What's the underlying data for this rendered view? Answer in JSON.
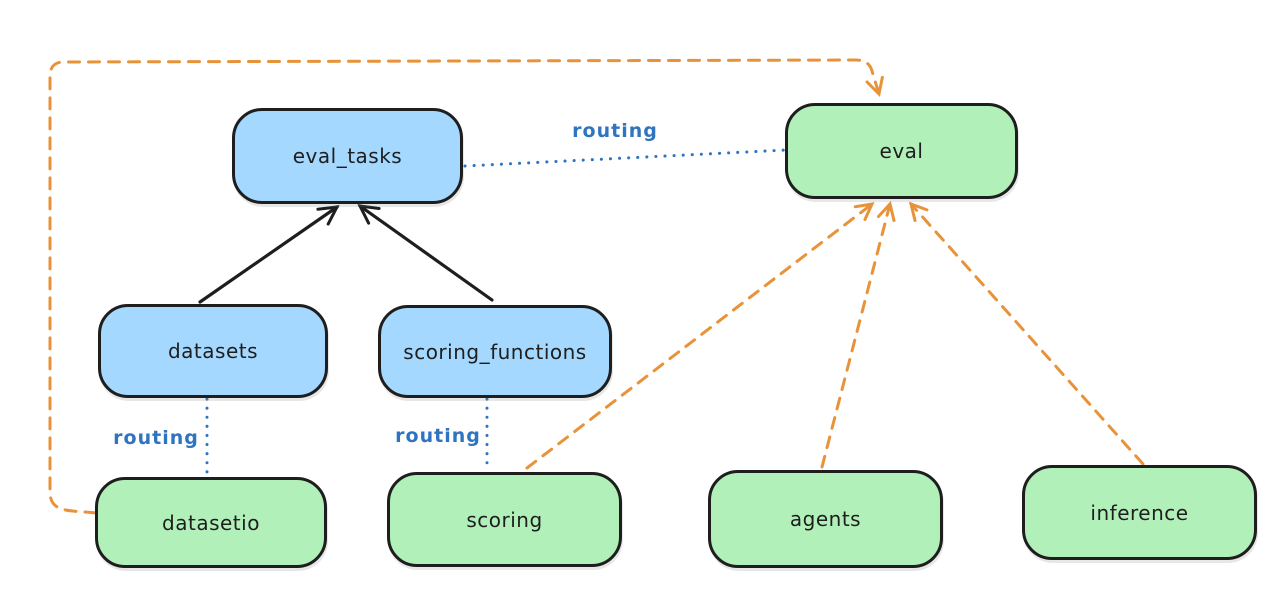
{
  "nodes": {
    "eval_tasks": {
      "label": "eval_tasks",
      "kind": "api",
      "fill": "#a5d8ff"
    },
    "eval": {
      "label": "eval",
      "kind": "provider",
      "fill": "#b2f0ba"
    },
    "datasets": {
      "label": "datasets",
      "kind": "api",
      "fill": "#a5d8ff"
    },
    "scoring_functions": {
      "label": "scoring_functions",
      "kind": "api",
      "fill": "#a5d8ff"
    },
    "datasetio": {
      "label": "datasetio",
      "kind": "provider",
      "fill": "#b2f0ba"
    },
    "scoring": {
      "label": "scoring",
      "kind": "provider",
      "fill": "#b2f0ba"
    },
    "agents": {
      "label": "agents",
      "kind": "provider",
      "fill": "#b2f0ba"
    },
    "inference": {
      "label": "inference",
      "kind": "provider",
      "fill": "#b2f0ba"
    }
  },
  "edge_labels": {
    "routing_main": "routing",
    "routing_datasetio": "routing",
    "routing_scoring": "routing"
  },
  "edges": [
    {
      "from": "datasets",
      "to": "eval_tasks",
      "style": "solid-black-arrow"
    },
    {
      "from": "scoring_functions",
      "to": "eval_tasks",
      "style": "solid-black-arrow"
    },
    {
      "from": "eval_tasks",
      "to": "eval",
      "style": "dotted-blue",
      "label": "routing"
    },
    {
      "from": "datasets",
      "to": "datasetio",
      "style": "dotted-blue",
      "label": "routing"
    },
    {
      "from": "scoring_functions",
      "to": "scoring",
      "style": "dotted-blue",
      "label": "routing"
    },
    {
      "from": "datasetio",
      "to": "eval",
      "style": "dashed-orange-arrow"
    },
    {
      "from": "scoring",
      "to": "eval",
      "style": "dashed-orange-arrow"
    },
    {
      "from": "agents",
      "to": "eval",
      "style": "dashed-orange-arrow"
    },
    {
      "from": "inference",
      "to": "eval",
      "style": "dashed-orange-arrow"
    }
  ],
  "colors": {
    "api_fill": "#a5d8ff",
    "provider_fill": "#b2f0ba",
    "stroke": "#1e1e1e",
    "routing_blue": "#2f74c0",
    "orange": "#e8933a",
    "background": "#ffffff"
  }
}
